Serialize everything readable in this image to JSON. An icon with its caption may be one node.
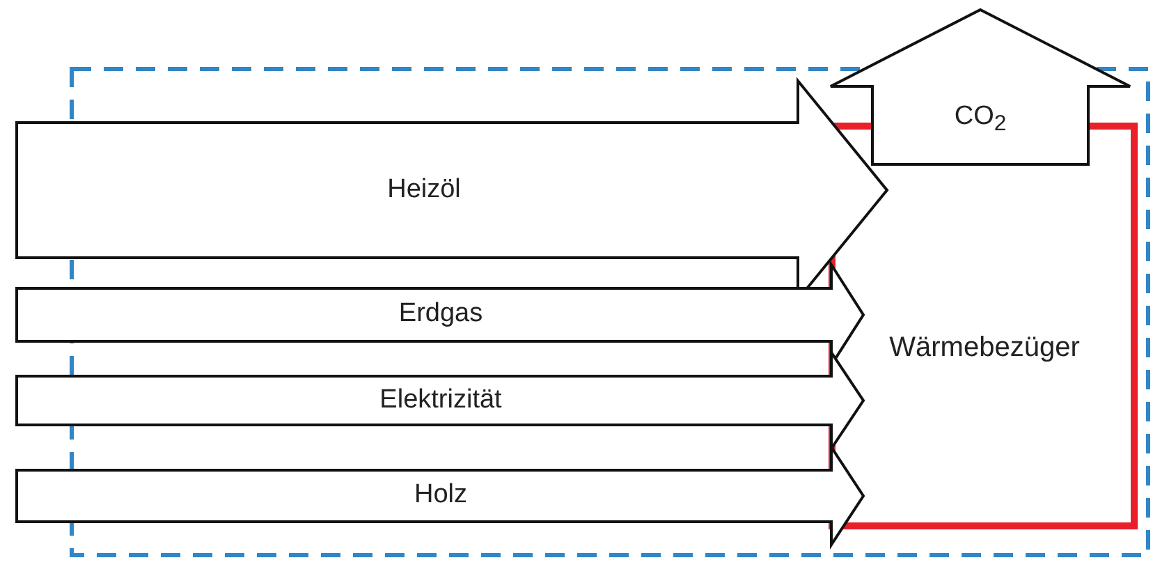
{
  "diagram": {
    "nodes": [
      {
        "text": [],
        "shape": "box"
      },
      {
        "text": [
          "Wärmebezüger"
        ],
        "in": 0
      }
    ],
    "edges": [
      {
        "from": null,
        "to": 1,
        "arrow": "to",
        "label": "Heizöl",
        "style": "thick"
      },
      {
        "from": null,
        "to": 1,
        "arrow": "to",
        "label": "Erdgas",
        "style": "thick"
      },
      {
        "from": null,
        "to": 1,
        "arrow": "to",
        "label": "Elektrizität",
        "style": "thick"
      },
      {
        "from": null,
        "to": 1,
        "arrow": "to",
        "label": "Holz",
        "style": "thick"
      },
      {
        "from": 1,
        "to": null,
        "arrow": "to",
        "label": "CO$_{2}$",
        "style": "thick"
      }
    ]
  }
}
